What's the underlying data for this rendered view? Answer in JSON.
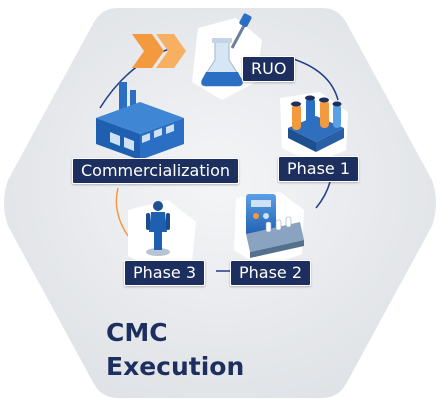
{
  "stages": {
    "ruo": "RUO",
    "phase1": "Phase 1",
    "phase2": "Phase 2",
    "phase3": "Phase 3",
    "commercialization": "Commercialization"
  },
  "title": {
    "line1": "CMC",
    "line2": "Execution"
  },
  "icons": {
    "arrows": "double-chevron-icon",
    "ruo": "flask-dropper-icon",
    "phase1": "test-tubes-rack-icon",
    "phase2": "production-line-icon",
    "phase3": "person-figure-icon",
    "commercialization": "factory-icon"
  },
  "colors": {
    "navy": "#1d2f5e",
    "cycle_line": "#233d85",
    "orange": "#f39a3e",
    "blue": "#2a6fc4",
    "background": "#e9ebee"
  }
}
